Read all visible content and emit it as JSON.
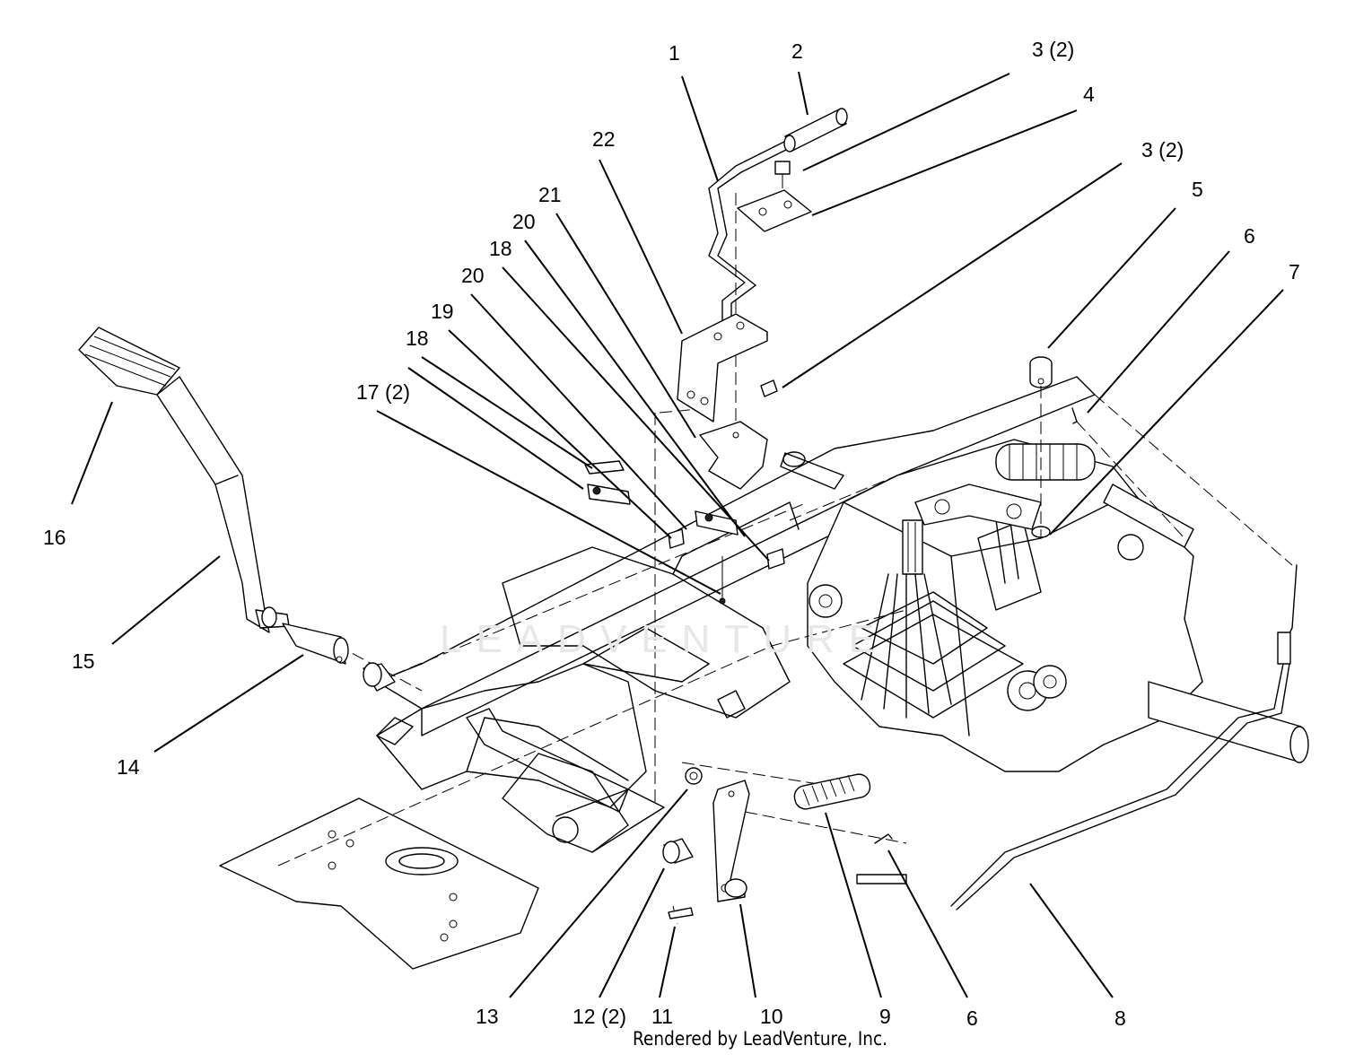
{
  "labels": {
    "c1": "1",
    "c2": "2",
    "c3a": "3 (2)",
    "c4": "4",
    "c3b": "3 (2)",
    "c5": "5",
    "c6a": "6",
    "c7": "7",
    "c22": "22",
    "c21": "21",
    "c20a": "20",
    "c18a": "18",
    "c20b": "20",
    "c19": "19",
    "c18b": "18",
    "c17": "17 (2)",
    "c16": "16",
    "c15": "15",
    "c14": "14",
    "c13": "13",
    "c12": "12 (2)",
    "c11": "11",
    "c10": "10",
    "c9": "9",
    "c6b": "6",
    "c8": "8"
  },
  "footer": "Rendered by LeadVenture, Inc.",
  "watermark": "LEADVENTURE",
  "colors": {
    "line": "#000000",
    "background": "#ffffff",
    "watermark": "#e7e7e7"
  }
}
